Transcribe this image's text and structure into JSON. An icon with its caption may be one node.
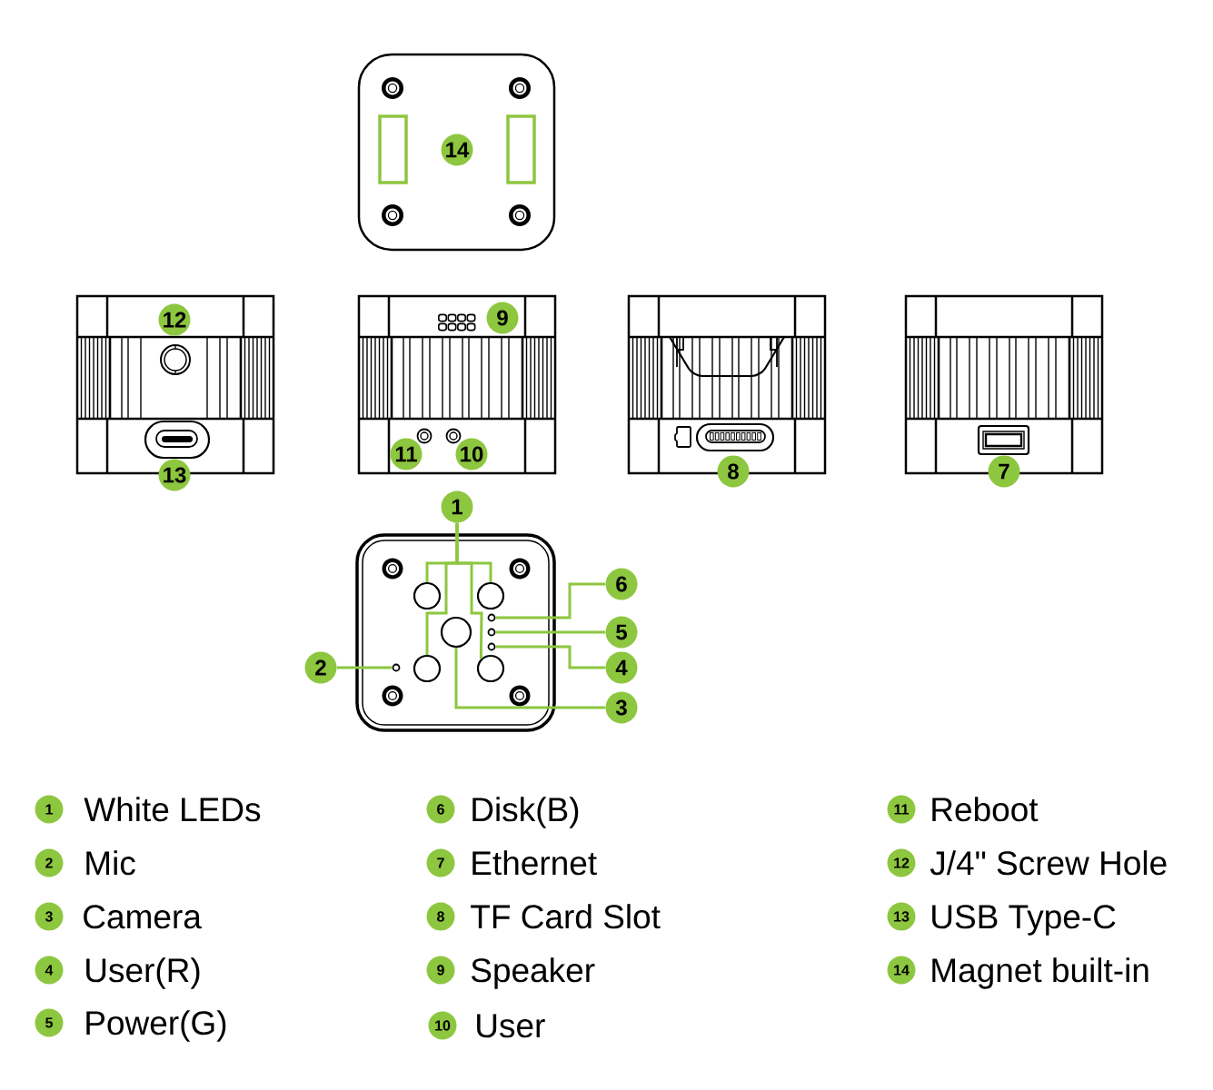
{
  "diagram": {
    "nodes": [
      {
        "text": [
          "14"
        ]
      },
      {
        "text": [
          "12"
        ]
      },
      {
        "text": [
          "9"
        ]
      },
      {
        "text": [
          "11"
        ]
      },
      {
        "text": [
          "10"
        ]
      },
      {
        "text": [
          "13"
        ]
      },
      {
        "text": [
          "8"
        ]
      },
      {
        "text": [
          "7"
        ]
      },
      {
        "text": [
          "1"
        ]
      },
      {
        "text": [
          "6"
        ]
      },
      {
        "text": [
          "5"
        ]
      },
      {
        "text": [
          "2"
        ]
      },
      {
        "text": [
          "4"
        ]
      },
      {
        "text": [
          "3"
        ]
      },
      {
        "text": [],
        "shape": "circle"
      },
      {
        "text": [],
        "shape": "circle"
      },
      {
        "text": [],
        "shape": "circle"
      },
      {
        "text": [],
        "shape": "circle"
      },
      {
        "text": [],
        "shape": "circle"
      },
      {
        "text": [],
        "shape": "circle"
      },
      {
        "text": [],
        "shape": "circle"
      },
      {
        "text": [],
        "shape": "circle"
      },
      {
        "text": [],
        "shape": "circle"
      },
      {
        "text": [
          "1"
        ],
        "beside": [
          "White LEDs"
        ]
      },
      {
        "text": [
          "2"
        ],
        "beside": [
          "Mic"
        ]
      },
      {
        "text": [
          "3"
        ],
        "beside": [
          "Camera"
        ]
      },
      {
        "text": [
          "4"
        ],
        "beside": [
          "User(R)"
        ]
      },
      {
        "text": [
          "5"
        ],
        "beside": [
          "Power(G)"
        ]
      },
      {
        "text": [
          "6"
        ],
        "beside": [
          "Disk(B)"
        ]
      },
      {
        "text": [
          "7"
        ],
        "beside": [
          "Ethernet"
        ]
      },
      {
        "text": [
          "8"
        ],
        "beside": [
          "TF Card Slot"
        ]
      },
      {
        "text": [
          "9"
        ],
        "beside": [
          "Speaker"
        ]
      },
      {
        "text": [
          "10"
        ],
        "beside": [
          "User"
        ]
      },
      {
        "text": [
          "11"
        ],
        "beside": [
          "Reboot"
        ]
      },
      {
        "text": [
          "12"
        ],
        "beside": [
          "J/4\" Screw Hole"
        ]
      },
      {
        "text": [
          "13"
        ],
        "beside": [
          "USB Type-C"
        ]
      },
      {
        "text": [
          "14"
        ],
        "beside": [
          "Magnet built-in"
        ]
      }
    ],
    "edges": [
      {
        "from": 8,
        "to": 14,
        "arrow": "none"
      },
      {
        "from": 8,
        "to": 15,
        "arrow": "none"
      },
      {
        "from": 8,
        "to": 16,
        "arrow": "none"
      },
      {
        "from": 8,
        "to": 17,
        "arrow": "none"
      },
      {
        "from": 9,
        "to": 20,
        "arrow": "none"
      },
      {
        "from": 10,
        "to": 21,
        "arrow": "none"
      },
      {
        "from": 11,
        "to": 19,
        "arrow": "none"
      },
      {
        "from": 12,
        "to": 22,
        "arrow": "none"
      },
      {
        "from": 13,
        "to": 18,
        "arrow": "none"
      }
    ]
  }
}
